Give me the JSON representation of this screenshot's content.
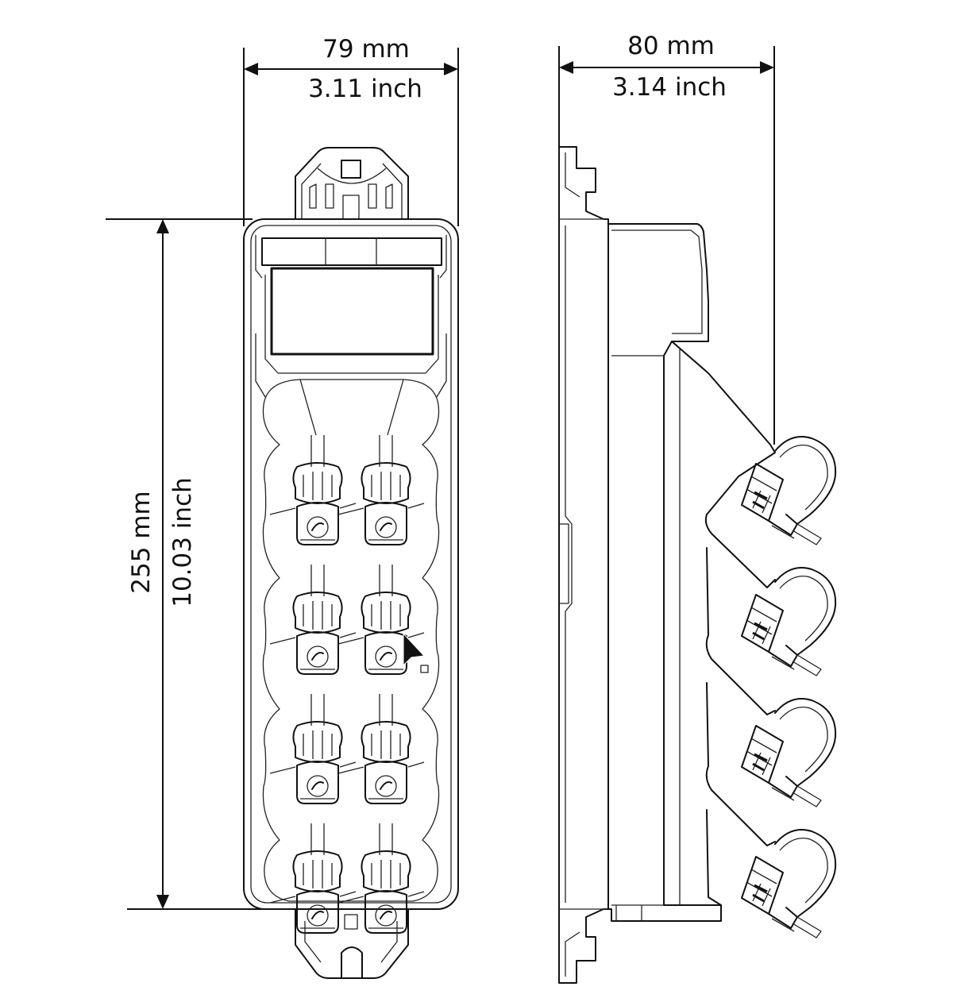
{
  "dimensions": {
    "front_width": {
      "metric": "79 mm",
      "imperial": "3.11 inch"
    },
    "side_depth": {
      "metric": "80 mm",
      "imperial": "3.14 inch"
    },
    "height": {
      "metric": "255 mm",
      "imperial": "10.03 inch"
    }
  },
  "front_view": {
    "connector_rows": 4,
    "connectors_per_row": 2
  },
  "side_view": {
    "connector_count": 4
  },
  "icons": {
    "cursor": "mouse-pointer-icon"
  }
}
